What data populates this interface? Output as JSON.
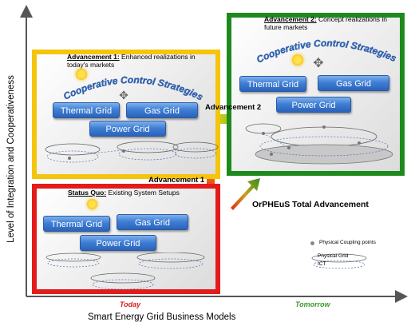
{
  "axes": {
    "y_label": "Level of Integration and Cooperativeness",
    "x_label": "Smart Energy Grid Business Models",
    "today": "Today",
    "tomorrow": "Tomorrow"
  },
  "status_quo": {
    "title_bold": "Status Quo:",
    "title_rest": " Existing System Setups",
    "thermal": "Thermal Grid",
    "gas": "Gas Grid",
    "power": "Power Grid"
  },
  "advancement1": {
    "title_bold": "Advancement 1:",
    "title_rest": " Enhanced realizations in today's markets",
    "ccs": "Cooperative Control Strategies",
    "thermal": "Thermal Grid",
    "gas": "Gas Grid",
    "power": "Power Grid"
  },
  "advancement2": {
    "title_bold": "Advancement 2:",
    "title_rest": " Concept realizations in future markets",
    "ccs": "Cooperative Control Strategies",
    "thermal": "Thermal Grid",
    "gas": "Gas Grid",
    "power": "Power Grid"
  },
  "arrows": {
    "adv1_label": "Advancement 1",
    "adv2_label": "Advancement 2",
    "total_label": "OrPHEuS  Total Advancement"
  },
  "legend": {
    "coupling": "Physical Coupling points",
    "physical_grid": "Physical Grid",
    "ict": "ICT"
  },
  "colors": {
    "status_quo_border": "#e41b1b",
    "adv1_border": "#f5c40c",
    "adv2_border": "#1e8a1e",
    "grid_button": "#3f7fd6",
    "ccs_text": "#2c67c4"
  }
}
